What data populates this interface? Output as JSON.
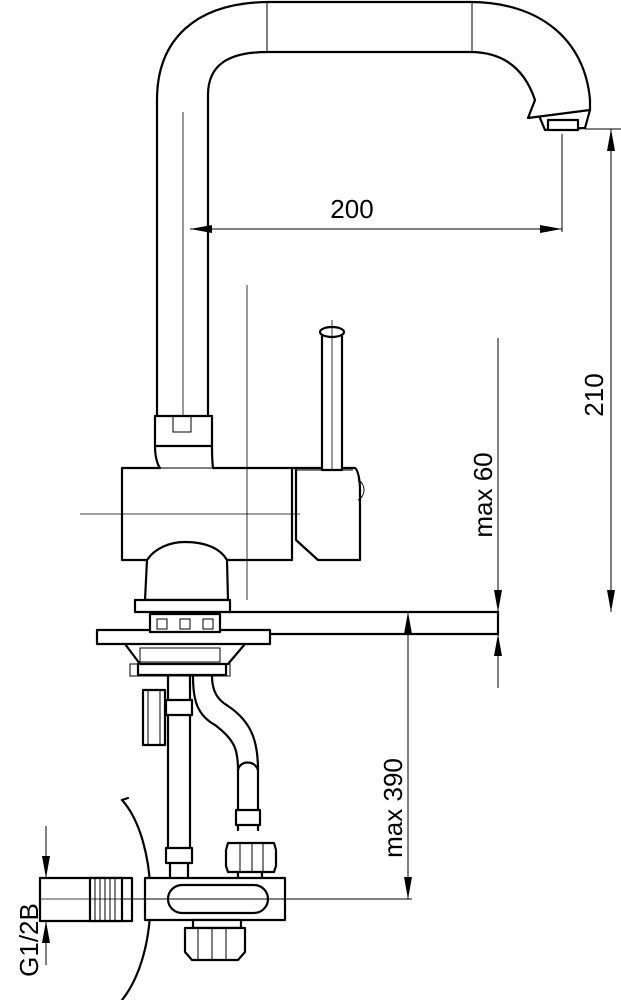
{
  "dimensions": {
    "spout_reach": "200",
    "spout_height": "210",
    "max_deck_thickness": "max 60",
    "max_connection_length": "max 390",
    "thread_size": "G1/2B"
  }
}
